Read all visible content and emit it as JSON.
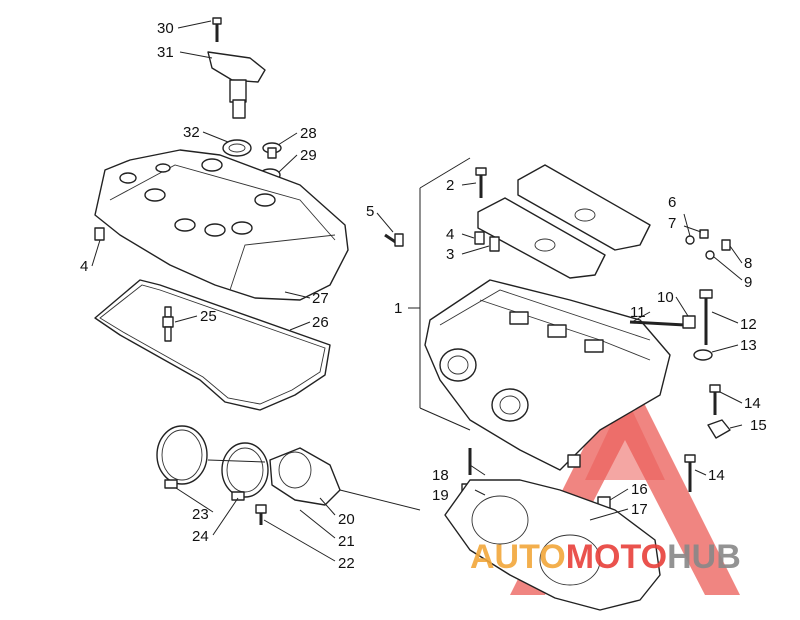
{
  "callouts": {
    "c1": "1",
    "c2": "2",
    "c3": "3",
    "c4a": "4",
    "c4b": "4",
    "c5": "5",
    "c6": "6",
    "c7": "7",
    "c8": "8",
    "c9": "9",
    "c10": "10",
    "c11": "11",
    "c12": "12",
    "c13": "13",
    "c14a": "14",
    "c14b": "14",
    "c15": "15",
    "c16": "16",
    "c17": "17",
    "c18": "18",
    "c19": "19",
    "c20": "20",
    "c21": "21",
    "c22": "22",
    "c23": "23",
    "c24": "24",
    "c25": "25",
    "c26": "26",
    "c27": "27",
    "c28": "28",
    "c29": "29",
    "c30": "30",
    "c31": "31",
    "c32": "32"
  },
  "watermark": {
    "word_part1": "AUTO",
    "word_part2": "MOTO",
    "word_part3": "HUB",
    "color_orange": "#f2a73a",
    "color_red": "#e8403a",
    "color_gray": "#888888"
  }
}
